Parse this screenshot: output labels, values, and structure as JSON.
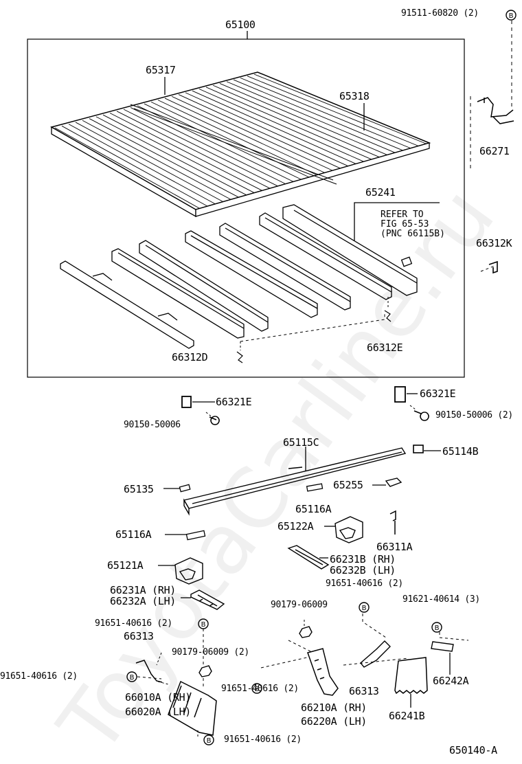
{
  "watermark": "ToyotaCarline.ru",
  "diagram_id": "650140-A",
  "callouts": {
    "p65100": "65100",
    "p65317": "65317",
    "p65318": "65318",
    "p65241": "65241",
    "refer1": "REFER TO",
    "refer2": "FIG 65-53",
    "refer3": "(PNC 66115B)",
    "p66312D": "66312D",
    "p66312E": "66312E",
    "p66312K": "66312K",
    "p66271": "66271",
    "b91511": "91511-60820 (2)",
    "p66321E_l": "66321E",
    "b90150_l": "90150-50006",
    "p66321E_r": "66321E",
    "b90150_r": "90150-50006 (2)",
    "p65115C": "65115C",
    "p65114B": "65114B",
    "p65135": "65135",
    "p65255": "65255",
    "p65116A_a": "65116A",
    "p65116A_b": "65116A",
    "p65122A": "65122A",
    "p66311A": "66311A",
    "p66231B": "66231B (RH)",
    "p66232B": "66232B (LH)",
    "p65121A": "65121A",
    "p66231A": "66231A (RH)",
    "p66232A": "66232A (LH)",
    "b91651_c": "91651-40616 (2)",
    "b90179_c": "90179-06009",
    "b91621": "91621-40614 (3)",
    "b91651_l": "91651-40616 (2)",
    "p66313_l": "66313",
    "b90179_l": "90179-06009 (2)",
    "b91651_ll": "91651-40616 (2)",
    "p66010A": "66010A (RH)",
    "p66020A": "66020A (LH)",
    "b91651_m": "91651-40616 (2)",
    "p66313_r": "66313",
    "p66242A": "66242A",
    "p66210A": "66210A (RH)",
    "p66220A": "66220A (LH)",
    "p66241B": "66241B",
    "b91651_b": "91651-40616 (2)"
  },
  "bolt_marker": "B"
}
